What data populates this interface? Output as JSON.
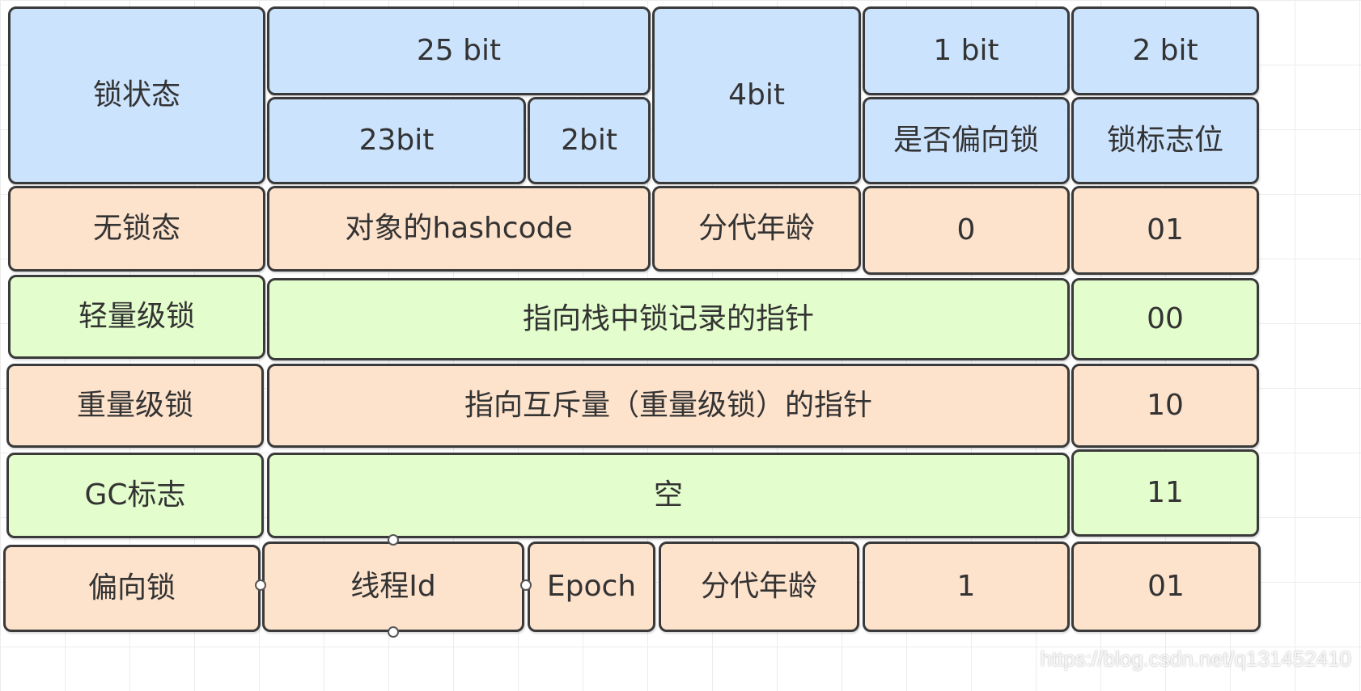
{
  "header": {
    "lock_state": "锁状态",
    "bits_25": "25 bit",
    "bits_23": "23bit",
    "bits_2": "2bit",
    "bits_4": "4bit",
    "bits_1": "1 bit",
    "bits_2_flag": "2 bit",
    "is_biased": "是否偏向锁",
    "lock_flag": "锁标志位"
  },
  "rows": {
    "unlocked": {
      "label": "无锁态",
      "hash": "对象的hashcode",
      "age": "分代年龄",
      "biased": "0",
      "flag": "01"
    },
    "lightweight": {
      "label": "轻量级锁",
      "pointer": "指向栈中锁记录的指针",
      "flag": "00"
    },
    "heavyweight": {
      "label": "重量级锁",
      "pointer": "指向互斥量（重量级锁）的指针",
      "flag": "10"
    },
    "gc": {
      "label": "GC标志",
      "content": "空",
      "flag": "11"
    },
    "biased": {
      "label": "偏向锁",
      "thread": "线程Id",
      "epoch": "Epoch",
      "age": "分代年龄",
      "biased": "1",
      "flag": "01"
    }
  },
  "watermark": "https://blog.csdn.net/q131452410",
  "colors": {
    "header": "#cce3fd",
    "peach": "#fde2cc",
    "green": "#e3fdcc",
    "border": "#3a3a3a"
  }
}
